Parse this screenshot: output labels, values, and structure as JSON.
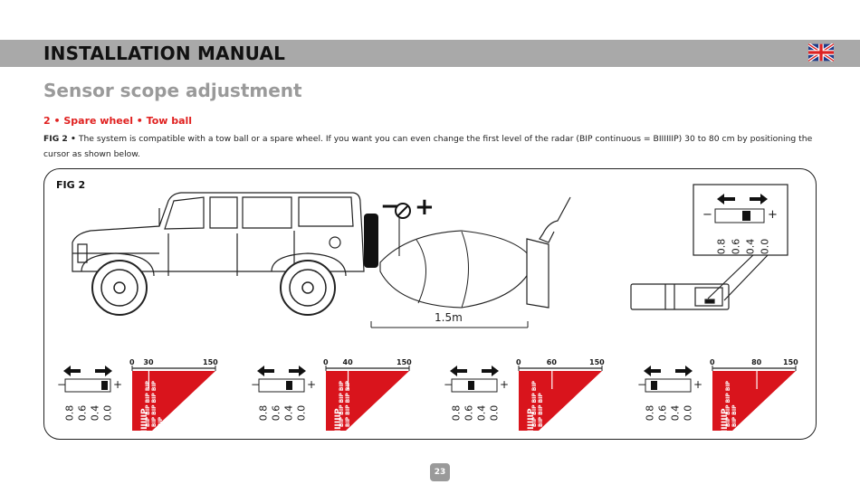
{
  "header": {
    "title": "INSTALLATION MANUAL"
  },
  "section": {
    "title": "Sensor scope adjustment",
    "subtitle": "2 • Spare wheel • Tow ball",
    "fig_ref": "FIG 2 •",
    "body": " The system is compatible with a tow ball or a spare wheel. If you want you can even change the first level of the radar (BIP continuous = BIIIIIIP) 30 to 80 cm by positioning the cursor as shown below."
  },
  "figure": {
    "label": "FIG 2",
    "distance": "1.5m",
    "adjust_minus": "−",
    "adjust_plus": "+",
    "detail_switch": {
      "minus": "−",
      "plus": "+",
      "values": [
        "0.8",
        "0.6",
        "0.4",
        "0.0"
      ]
    },
    "panels": [
      {
        "start": "0",
        "mid": "30",
        "end": "150",
        "continuous": "BIIIIIIP",
        "beeps": "BIP BIP BIP BIP BIP BIP BIP BIP BIP"
      },
      {
        "start": "0",
        "mid": "40",
        "end": "150",
        "continuous": "BIIIIIIP",
        "beeps": "BIP BIP BIP BIP BIP BIP BIP BIP"
      },
      {
        "start": "0",
        "mid": "60",
        "end": "150",
        "continuous": "BIIIIIIP",
        "beeps": "BIP BIP BIP BIP BIP BIP BIP"
      },
      {
        "start": "0",
        "mid": "80",
        "end": "150",
        "continuous": "BIIIIIIP",
        "beeps": "BIP BIP BIP BIP BIP BIP"
      }
    ],
    "switch_values": [
      "0.8",
      "0.6",
      "0.4",
      "0.0"
    ],
    "switch_minus": "−",
    "switch_plus": "+"
  },
  "footer": {
    "page_number": "23"
  },
  "colors": {
    "header_band": "#a9a9a9",
    "subtitle_red": "#e0201f",
    "zone_red": "#d9141c",
    "section_gray": "#9a9a9a"
  },
  "icons": [
    "uk-flag-icon",
    "arrow-left-icon",
    "arrow-right-icon",
    "adjust-screw-icon"
  ]
}
